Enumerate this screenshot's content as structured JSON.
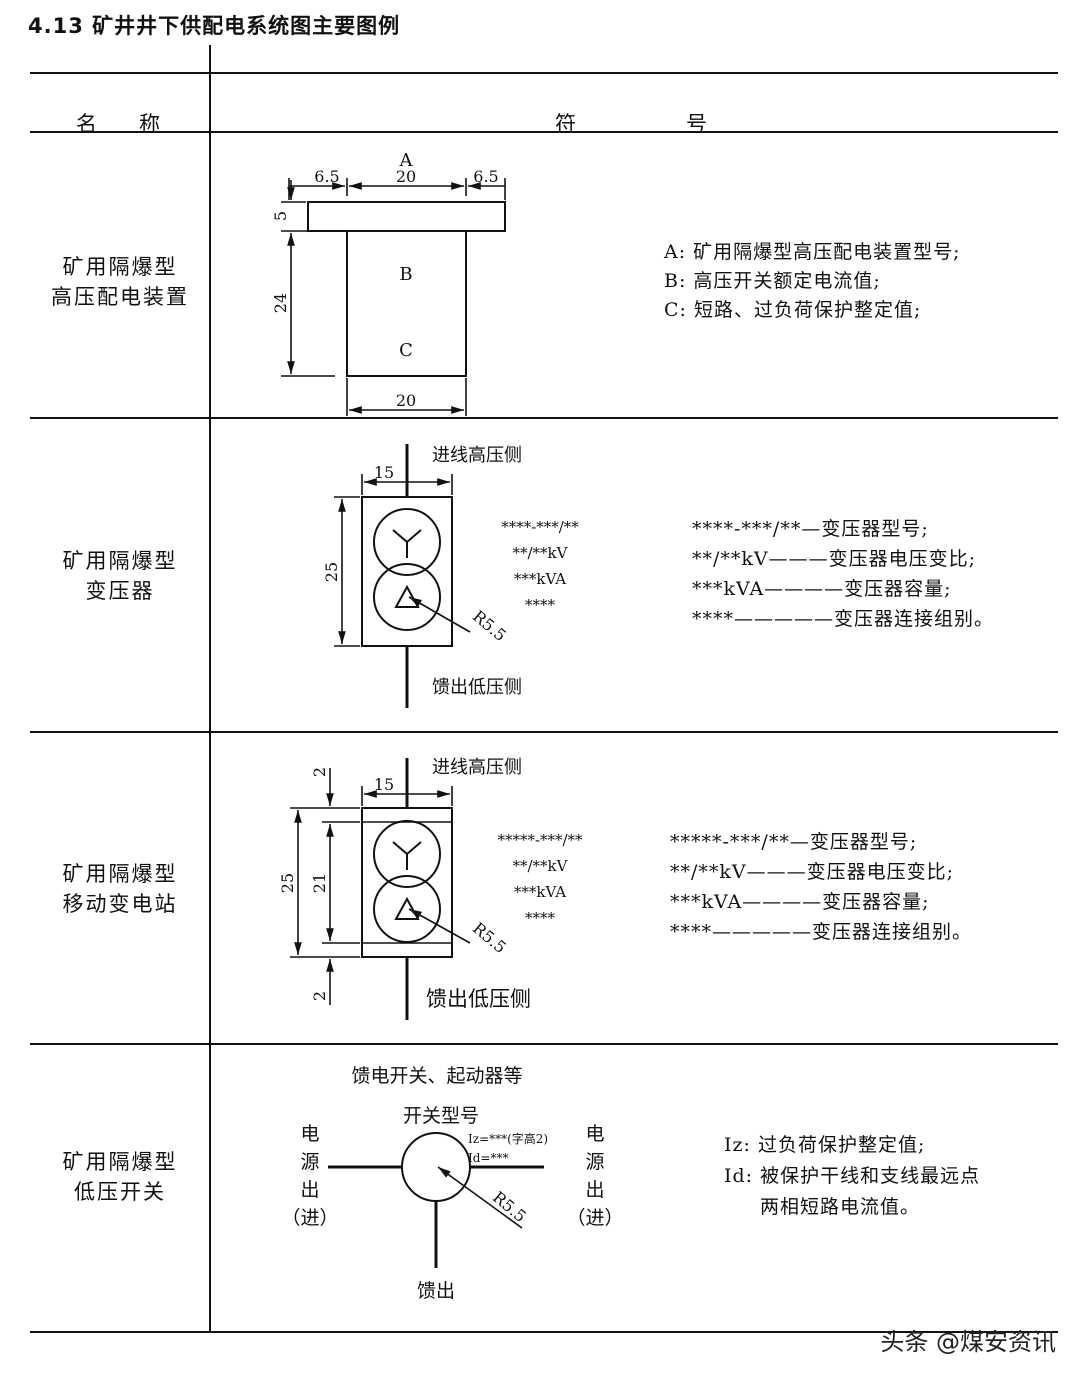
{
  "title": "4.13 矿井井下供配电系统图主要图例",
  "header": {
    "name": "名　　称",
    "symbol_1": "符",
    "symbol_2": "号"
  },
  "rows": [
    {
      "name_line1": "矿用隔爆型",
      "name_line2": "高压配电装置",
      "labels": {
        "a": "A",
        "b": "B",
        "c": "C"
      },
      "dims": {
        "left": "6.5",
        "top_w": "20",
        "right": "6.5",
        "cap_h": "5",
        "body_h": "24",
        "bottom_w": "20"
      },
      "desc": [
        "A: 矿用隔爆型高压配电装置型号;",
        "B: 高压开关额定电流值;",
        "C: 短路、过负荷保护整定值;"
      ]
    },
    {
      "name_line1": "矿用隔爆型",
      "name_line2": "变压器",
      "in_label": "进线高压侧",
      "out_label": "馈出低压侧",
      "dims": {
        "width": "15",
        "height": "25",
        "radius": "R5.5"
      },
      "params": [
        "****-***/**",
        "**/**kV",
        "***kVA",
        "****"
      ],
      "desc": [
        "****-***/**—变压器型号;",
        "**/**kV———变压器电压变比;",
        "***kVA————变压器容量;",
        "****—————变压器连接组别。"
      ]
    },
    {
      "name_line1": "矿用隔爆型",
      "name_line2": "移动变电站",
      "in_label": "进线高压侧",
      "out_label": "馈出低压侧",
      "dims": {
        "gap_top": "2",
        "width": "15",
        "height": "25",
        "inner": "21",
        "gap_bottom": "2",
        "radius": "R5.5"
      },
      "params": [
        "*****-***/**",
        "**/**kV",
        "***kVA",
        "****"
      ],
      "desc": [
        "*****-***/**—变压器型号;",
        "**/**kV———变压器电压变比;",
        "***kVA————变压器容量;",
        "****—————变压器连接组别。"
      ]
    },
    {
      "name_line1": "矿用隔爆型",
      "name_line2": "低压开关",
      "top_label": "馈电开关、起动器等",
      "switch_model": "开关型号",
      "iz_label": "Iz=***(字高2)",
      "id_label": "Id=***",
      "left_chars": [
        "电",
        "源",
        "出",
        "（进）"
      ],
      "right_chars": [
        "电",
        "源",
        "出",
        "（进）"
      ],
      "bottom_label": "馈出",
      "radius": "R5.5",
      "desc": [
        "Iz: 过负荷保护整定值;",
        "Id: 被保护干线和支线最远点",
        "两相短路电流值。"
      ]
    }
  ],
  "watermark": "头条 @煤安资讯"
}
